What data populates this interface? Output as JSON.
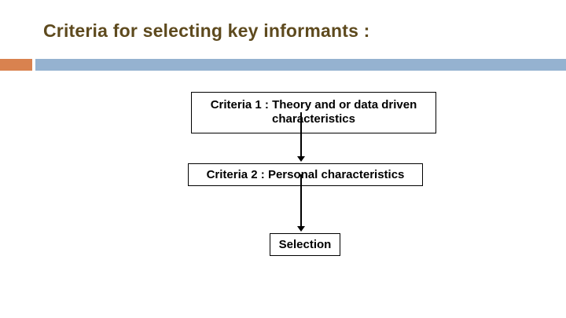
{
  "slide": {
    "title": "Criteria for selecting key informants :",
    "colors": {
      "background": "#FFFFFF",
      "title_text": "#5E4A1E",
      "accent_orange": "#D9824F",
      "accent_blue": "#95B2D0",
      "box_border": "#000000",
      "box_text": "#000000",
      "arrow": "#000000"
    },
    "flowchart": {
      "boxes": [
        {
          "id": "criteria-1",
          "lines": [
            "Criteria 1 : Theory and or data driven",
            "characteristics"
          ]
        },
        {
          "id": "criteria-2",
          "lines": [
            "Criteria 2 : Personal characteristics"
          ]
        },
        {
          "id": "selection",
          "lines": [
            "Selection"
          ]
        }
      ],
      "connectors": [
        {
          "from": "criteria-1",
          "to": "criteria-2"
        },
        {
          "from": "criteria-2",
          "to": "selection"
        }
      ]
    }
  }
}
